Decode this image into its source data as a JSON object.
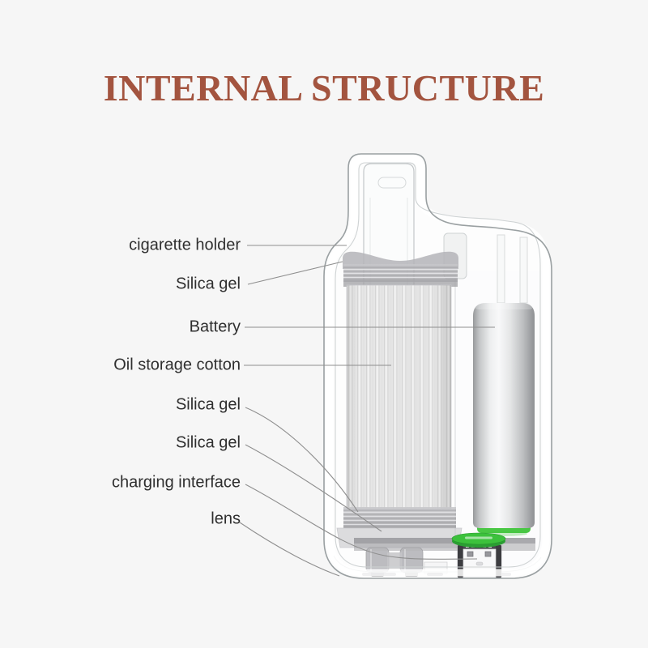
{
  "title": "INTERNAL STRUCTURE",
  "labels": [
    {
      "id": "cigarette-holder",
      "text": "cigarette holder"
    },
    {
      "id": "silica-gel-top",
      "text": "Silica gel"
    },
    {
      "id": "battery",
      "text": "Battery"
    },
    {
      "id": "oil-storage-cotton",
      "text": "Oil storage cotton"
    },
    {
      "id": "silica-gel-mid",
      "text": "Silica gel"
    },
    {
      "id": "silica-gel-bottom",
      "text": "Silica gel"
    },
    {
      "id": "charging-interface",
      "text": "charging interface"
    },
    {
      "id": "lens",
      "text": "lens"
    }
  ],
  "colors": {
    "background": "#f6f6f6",
    "title": "#a3543f",
    "label_text": "#2f2f2f",
    "leader_line": "#8f8f8f",
    "pcb_green": "#3cc13c",
    "battery_glow": "#3fc43a"
  }
}
